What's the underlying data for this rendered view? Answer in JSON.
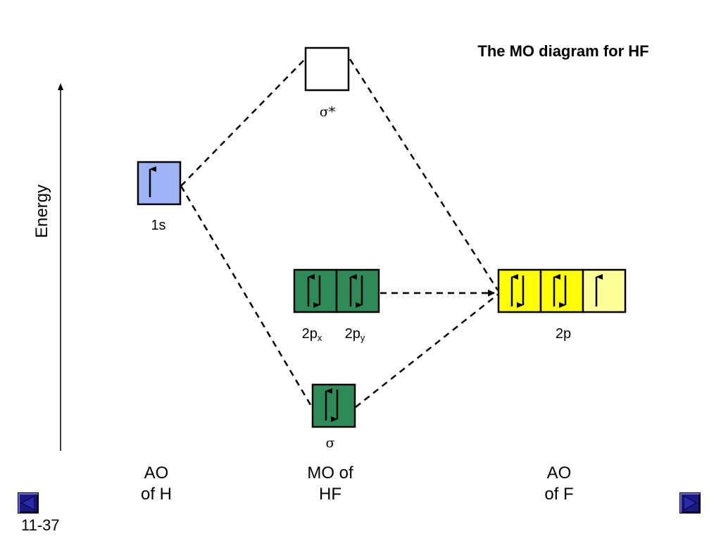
{
  "title": "The MO diagram for HF",
  "axis_label": "Energy",
  "orbitals": {
    "h_1s": {
      "label": "1s",
      "electrons": "up",
      "fill": "#9fb3f7"
    },
    "sigma_star": {
      "label": "σ*",
      "electrons": "none",
      "fill": "#ffffff"
    },
    "nb_2px": {
      "label_main": "2p",
      "label_sub": "x",
      "electrons": "pair",
      "fill": "#2e8b57"
    },
    "nb_2py": {
      "label_main": "2p",
      "label_sub": "y",
      "electrons": "pair",
      "fill": "#2e8b57"
    },
    "sigma": {
      "label": "σ",
      "electrons": "pair",
      "fill": "#2e8b57"
    },
    "f_2p": {
      "label": "2p",
      "electrons": [
        "pair",
        "pair",
        "up"
      ],
      "fills": [
        "#ffff00",
        "#ffff00",
        "#ffff99"
      ]
    }
  },
  "columns": {
    "ao_h": {
      "line1": "AO",
      "line2": "of H"
    },
    "mo_hf": {
      "line1": "MO of",
      "line2": "HF"
    },
    "ao_f": {
      "line1": "AO",
      "line2": "of F"
    }
  },
  "slide_number": "11-37"
}
